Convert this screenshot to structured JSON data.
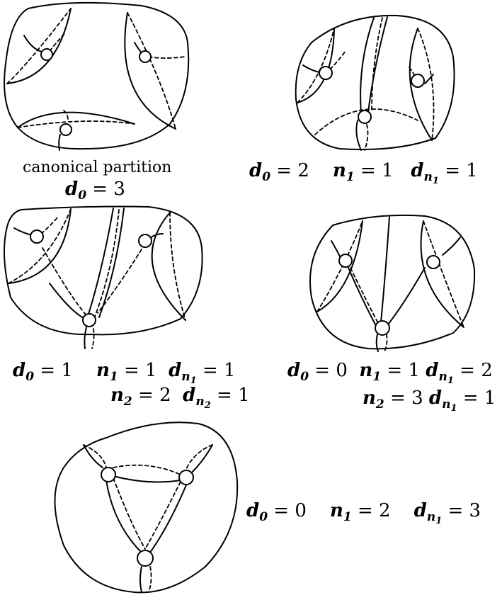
{
  "figures": [
    {
      "label_line1": "canonical partition",
      "label_line2": [
        "d",
        "0",
        " = 3"
      ]
    },
    {
      "label_line1": [
        "d",
        "0",
        " = 2",
        "n",
        "1",
        " = 1",
        "d",
        "n",
        "1",
        " = 1"
      ]
    },
    {
      "label_line1": [
        "d",
        "0",
        " = 1",
        "n",
        "1",
        " = 1",
        "d",
        "n",
        "1",
        " = 1"
      ],
      "label_line2": [
        "n",
        "2",
        " = 2",
        "d",
        "n",
        "2",
        " = 1"
      ]
    },
    {
      "label_line1": [
        "d",
        "0",
        " = 0",
        "n",
        "1",
        " = 1",
        "d",
        "n",
        "1",
        " = 2"
      ],
      "label_line2": [
        "n",
        "2",
        " = 3",
        "d",
        "n",
        "1",
        " = 1"
      ]
    },
    {
      "label_line1": [
        "d",
        "0",
        " = 0",
        "n",
        "1",
        " = 2",
        "d",
        "n",
        "1",
        " = 3"
      ]
    }
  ]
}
